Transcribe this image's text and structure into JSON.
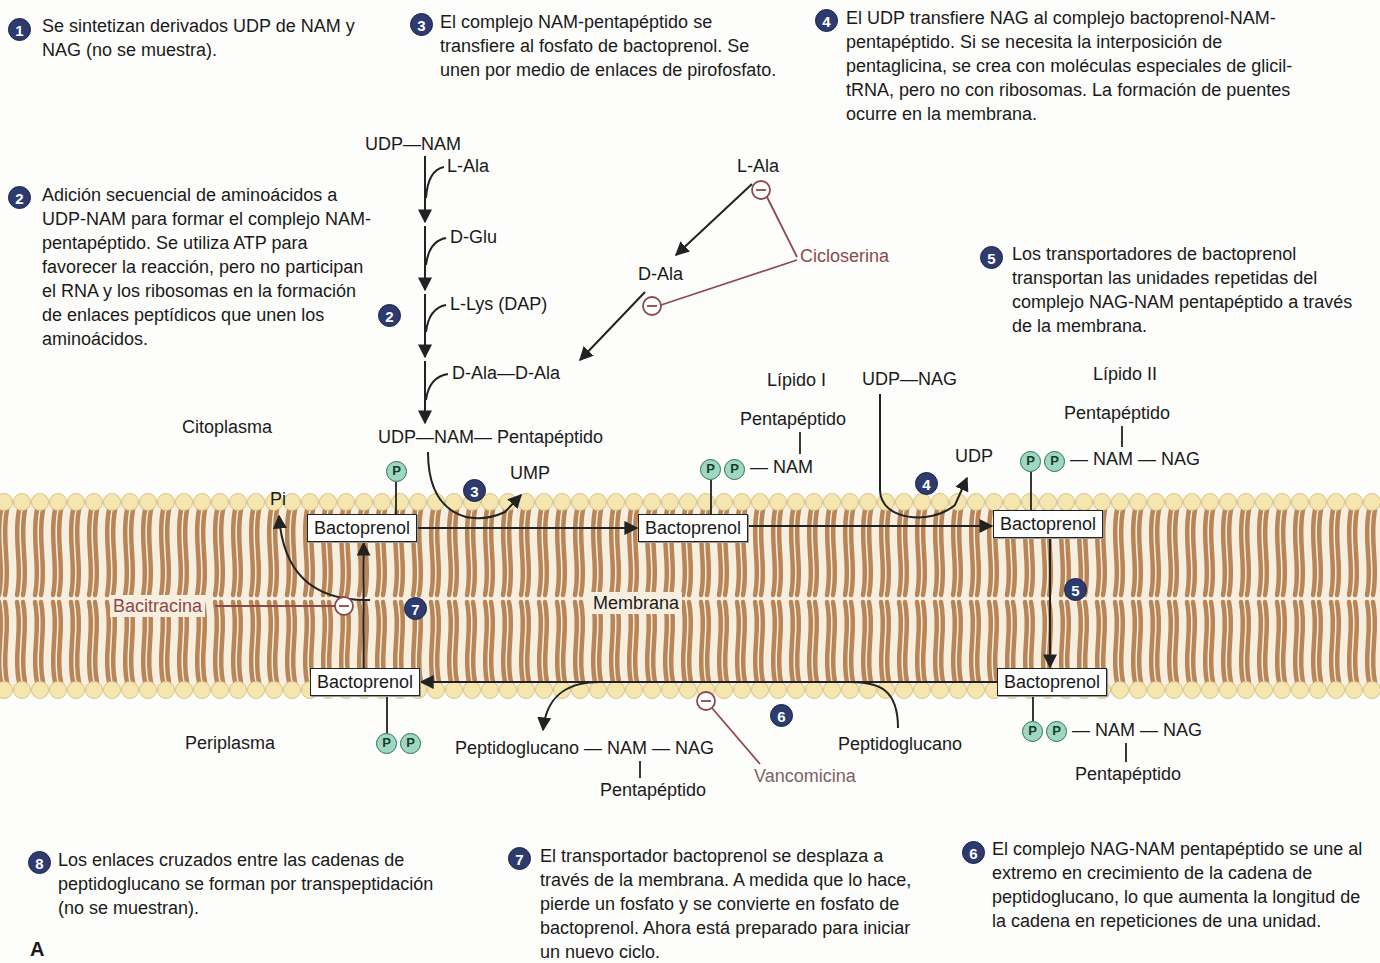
{
  "diagram": {
    "nodes": [
      {
        "text": [
          "Bactoprenol"
        ]
      },
      {
        "text": [
          "Bactoprenol"
        ]
      },
      {
        "text": [
          "Bactoprenol"
        ]
      },
      {
        "text": [
          "Bactoprenol"
        ]
      },
      {
        "text": [
          "Bactoprenol"
        ]
      }
    ],
    "edges": [
      {
        "from": 0,
        "to": 1,
        "arrow": "to"
      },
      {
        "from": 1,
        "to": 2,
        "arrow": "to"
      },
      {
        "from": 2,
        "to": 3,
        "arrow": "to"
      },
      {
        "from": 3,
        "to": 4,
        "arrow": "to"
      },
      {
        "from": 4,
        "to": 0,
        "arrow": "to"
      }
    ],
    "labels": [
      "1",
      "Se sintetizan derivados UDP de NAM y NAG (no se muestra).",
      "2",
      "Adición secuencial de aminoácidos a UDP-NAM para formar el complejo NAM-pentapéptido. Se utiliza ATP para favorecer la reacción, pero no participan el RNA y los ribosomas en la formación de enlaces peptídicos que unen los aminoácidos.",
      "3",
      "El complejo NAM-pentapéptido se transfiere al fosfato de bactoprenol. Se unen por medio de enlaces de pirofosfato.",
      "4",
      "El UDP transfiere NAG al complejo bactoprenol-NAM-pentapéptido. Si se necesita la interposición de pentaglicina, se crea con moléculas especiales de glicil-tRNA, pero no con ribosomas. La formación de puentes ocurre en la membrana.",
      "UDP—NAM",
      "L-Ala",
      "D-Glu",
      "2",
      "L-Lys (DAP)",
      "D-Ala—D-Ala",
      "L-Ala",
      "D-Ala",
      "Cicloserina",
      "5",
      "Los transportadores de bactoprenol transportan las unidades repetidas del complejo NAG-NAM pentapéptido a través de la membrana.",
      "Lípido I",
      "UDP—NAG",
      "Lípido II",
      "Pentapéptido",
      "Pentapéptido",
      "Citoplasma",
      "UDP—NAM— Pentapéptido",
      "UDP",
      "P",
      "P",
      "— NAM — NAG",
      "P",
      "P",
      "— NAM",
      "P",
      "UMP",
      "4",
      "3",
      "Pi",
      "Membrana",
      "5",
      "Bacitracina",
      "7",
      "6",
      "P",
      "P",
      "— NAM — NAG",
      "Periplasma",
      "P",
      "P",
      "Peptidoglucano — NAM — NAG",
      "Peptidoglucano",
      "Pentapéptido",
      "Vancomicina",
      "Pentapéptido",
      "8",
      "Los enlaces cruzados entre las cadenas de peptidoglucano se forman por transpeptidación (no se muestran).",
      "7",
      "El transportador bactoprenol se desplaza a través de la membrana. A medida que lo hace, pierde un fosfato y se convierte en fosfato de bactoprenol. Ahora está preparado para iniciar un nuevo ciclo.",
      "6",
      "El complejo NAG-NAM pentapéptido se une al extremo en crecimiento de la cadena de peptidoglucano, lo que aumenta la longitud de la cadena en repeticiones de una unidad.",
      "A"
    ]
  }
}
